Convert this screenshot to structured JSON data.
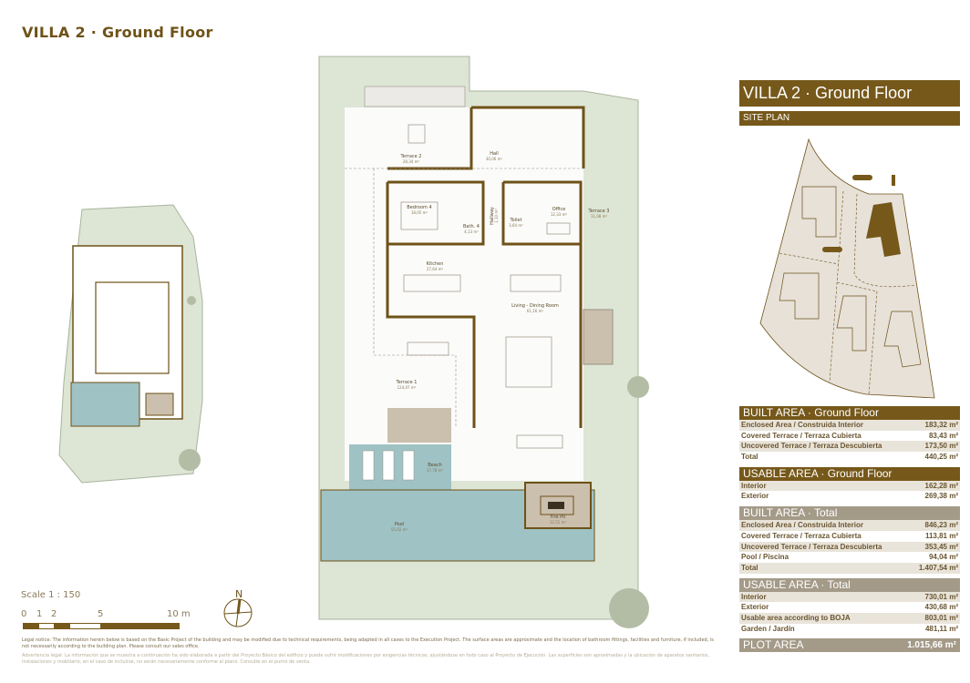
{
  "title": "VILLA 2 · Ground Floor",
  "colors": {
    "brand": "#76581a",
    "section_gray": "#a49a88",
    "row_stripe": "#e9e4da",
    "garden": "#dde5d5",
    "pool": "#9fc2c4"
  },
  "plan": {
    "rooms": [
      {
        "name": "Terrace 2",
        "area": "28,34 m²"
      },
      {
        "name": "Hall",
        "area": "30,06 m²"
      },
      {
        "name": "Bedroom 4",
        "area": "18,05 m²"
      },
      {
        "name": "Bath. 4",
        "area": "4,13 m²"
      },
      {
        "name": "Hallway",
        "area": "1,10 m²"
      },
      {
        "name": "Toilet",
        "area": "3,64 m²"
      },
      {
        "name": "Office",
        "area": "12,33 m²"
      },
      {
        "name": "Terrace 3",
        "area": "11,08 m²"
      },
      {
        "name": "Kitchen",
        "area": "27,64 m²"
      },
      {
        "name": "Living - Dining Room",
        "area": "61,16 m²"
      },
      {
        "name": "Terrace 1",
        "area": "124,07 m²"
      },
      {
        "name": "Beach",
        "area": "37,78 m²"
      },
      {
        "name": "Pool",
        "area": "55,92 m²"
      },
      {
        "name": "Fire Pit",
        "area": "12,51 m²"
      }
    ]
  },
  "scale": {
    "label": "Scale 1 : 150",
    "ticks": [
      "0",
      "1",
      "2",
      "5",
      "10 m"
    ],
    "north": "N"
  },
  "panel": {
    "header": "VILLA 2 · Ground Floor",
    "site_plan": "SITE PLAN",
    "tables": [
      {
        "title": "BUILT AREA · Ground Floor",
        "style": "brand",
        "rows": [
          [
            "Enclosed Area / Construida Interior",
            "183,32 m²"
          ],
          [
            "Covered Terrace / Terraza Cubierta",
            "83,43 m²"
          ],
          [
            "Uncovered Terrace / Terraza Descubierta",
            "173,50 m²"
          ],
          [
            "Total",
            "440,25 m²"
          ]
        ]
      },
      {
        "title": "USABLE AREA · Ground Floor",
        "style": "brand",
        "rows": [
          [
            "Interior",
            "162,28 m²"
          ],
          [
            "Exterior",
            "269,38 m²"
          ]
        ]
      },
      {
        "title": "BUILT AREA · Total",
        "style": "gray",
        "rows": [
          [
            "Enclosed Area / Construida Interior",
            "846,23 m²"
          ],
          [
            "Covered Terrace / Terraza Cubierta",
            "113,81 m²"
          ],
          [
            "Uncovered Terrace / Terraza Descubierta",
            "353,45 m²"
          ],
          [
            "Pool / Piscina",
            "94,04 m²"
          ],
          [
            "Total",
            "1.407,54 m²"
          ]
        ]
      },
      {
        "title": "USABLE AREA · Total",
        "style": "gray",
        "rows": [
          [
            "Interior",
            "730,01 m²"
          ],
          [
            "Exterior",
            "430,68 m²"
          ],
          [
            "Usable area according to BOJA",
            "803,01 m²"
          ],
          [
            "Garden / Jardín",
            "481,11 m²"
          ]
        ]
      }
    ],
    "plot_area": {
      "label": "PLOT AREA",
      "value": "1.015,66 m²"
    }
  },
  "legal": {
    "en": "Legal notice: The information herein below is based on the Basic Project of the building and may be modified due to technical requirements, being adapted in all cases to the Execution Project. The surface areas are approximate and the location of bathroom fittings, facilities and furniture, if included, is not necessarily according to the building plan. Please consult our sales office.",
    "es": "Advertencia legal: La información que se muestra a continuación ha sido elaborada a partir del Proyecto Básico del edificio y puede sufrir modificaciones por exigencias técnicas, ajustándose en todo caso al Proyecto de Ejecución. Las superficies son aproximadas y la ubicación de aparatos sanitarios, instalaciones y mobiliario, en el caso de incluirse, no serán necesariamente conforme al plano. Consulte en el punto de venta."
  }
}
